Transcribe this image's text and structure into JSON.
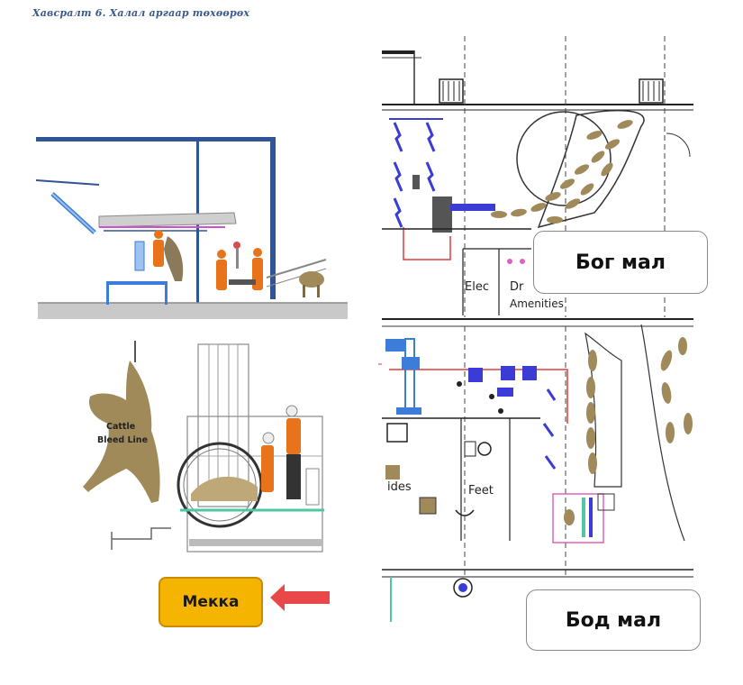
{
  "caption": "Хавсралт 6. Халал аргаар төхөөрөх",
  "left_panel": {
    "bleed_line_label_1": "Cattle",
    "bleed_line_label_2": "Bleed Line",
    "mekka_label": "Мекка"
  },
  "floor_plan": {
    "room_elec": "Elec",
    "room_dr": "Dr",
    "room_amenities": "Amenities",
    "room_hides": "ides",
    "room_feet": "Feet",
    "callout_cattle": "Бог мал",
    "callout_sheep": "Бод мал"
  },
  "colors": {
    "structure_blue": "#2f5597",
    "worker_orange": "#e8731a",
    "animal_tan": "#a08a5a",
    "plan_line": "#333333",
    "equipment_blue": "#3b3bd6",
    "pipe_red": "#e23b3b",
    "arrow_red": "#e8484a",
    "mekka_fill": "#f4b400"
  }
}
